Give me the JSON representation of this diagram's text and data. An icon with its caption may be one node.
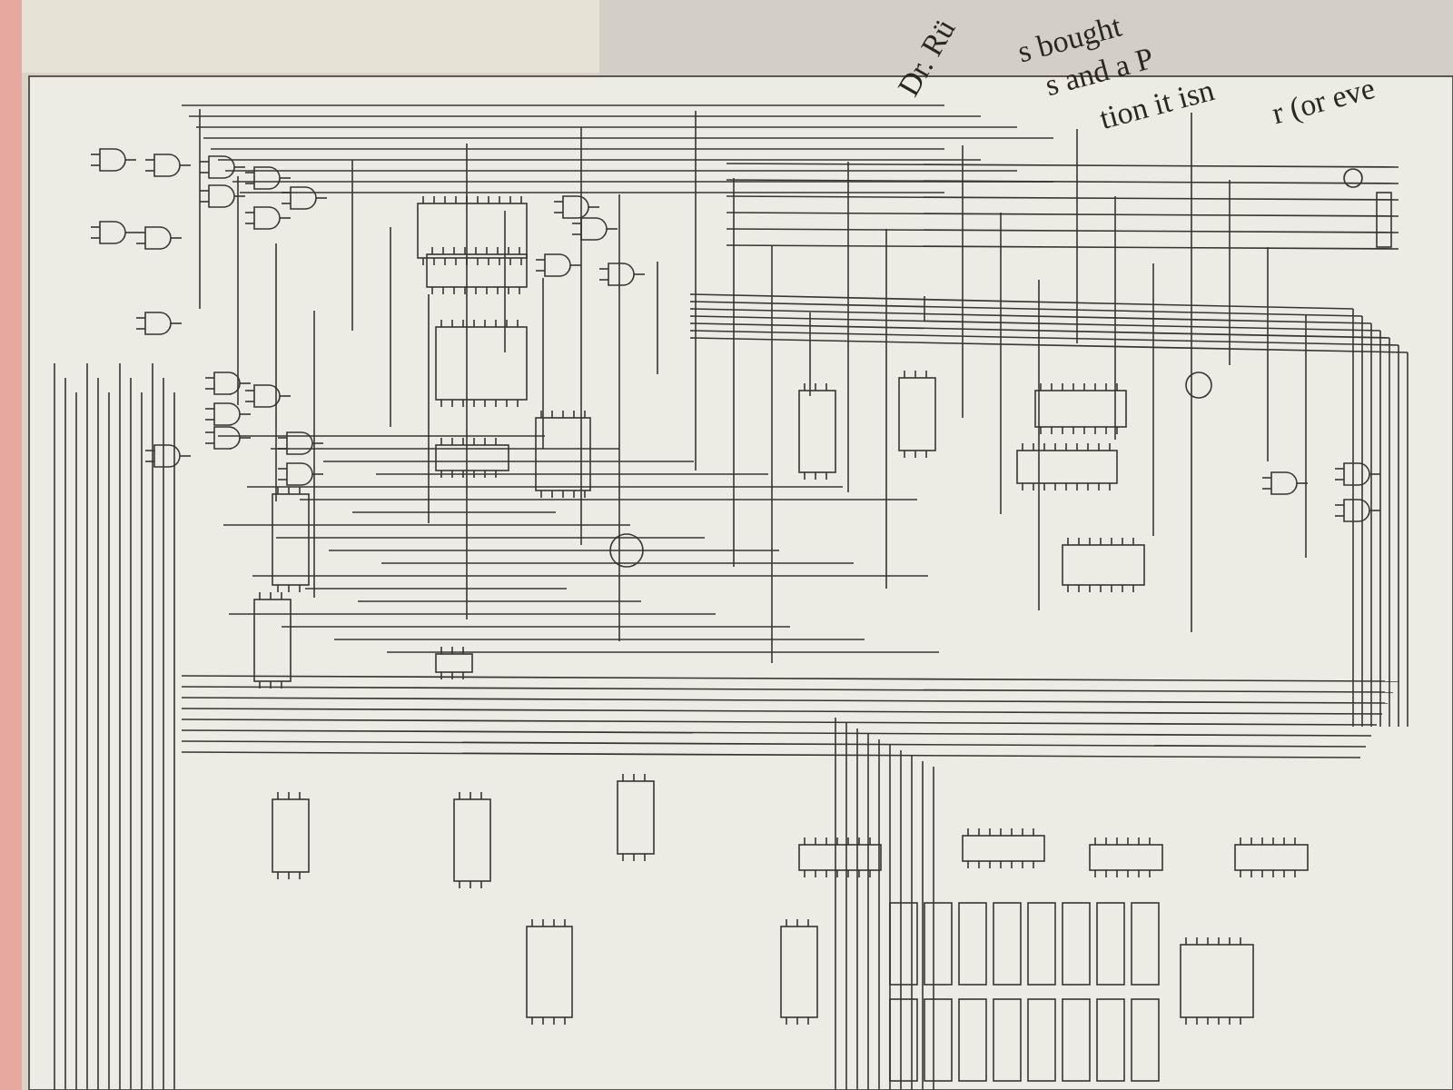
{
  "diagram": {
    "labels": [
      "Dr. Rü",
      "s bought",
      "s and a P",
      "tion it isn",
      "r (or eve"
    ]
  }
}
